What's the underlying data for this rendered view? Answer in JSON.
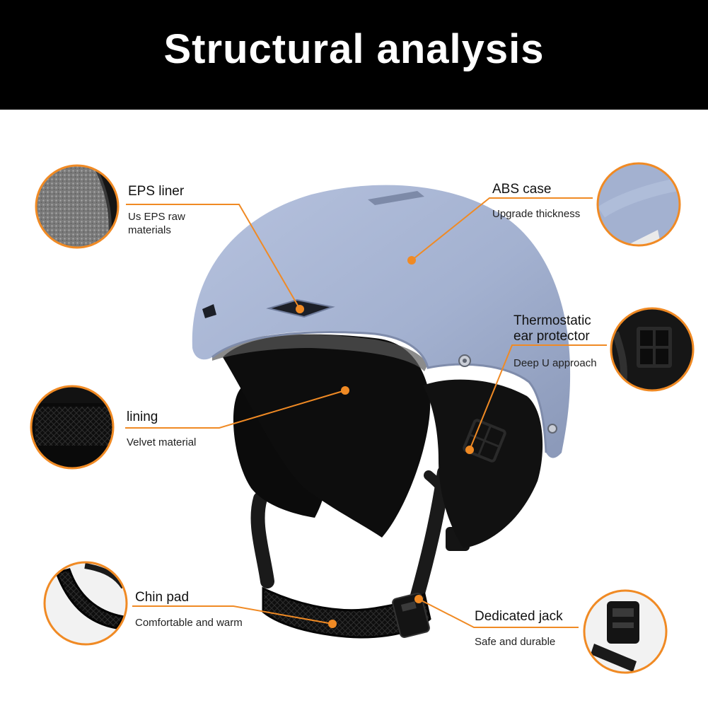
{
  "title": "Structural analysis",
  "accent_color": "#f08a24",
  "helmet_color": "#a3b1d0",
  "callouts": {
    "eps": {
      "label": "EPS liner",
      "desc_line1": "Us EPS raw",
      "desc_line2": "materials"
    },
    "abs": {
      "label": "ABS case",
      "desc": "Upgrade thickness"
    },
    "lining": {
      "label": "lining",
      "desc": "Velvet material"
    },
    "ear": {
      "label_line1": "Thermostatic",
      "label_line2": "ear protector",
      "desc": "Deep U approach"
    },
    "chin": {
      "label": "Chin pad",
      "desc": "Comfortable and warm"
    },
    "jack": {
      "label": "Dedicated jack",
      "desc": "Safe and durable"
    }
  },
  "icons": {
    "eps": "eps-foam-closeup-icon",
    "abs": "abs-shell-closeup-icon",
    "lining": "velvet-lining-closeup-icon",
    "ear": "ear-protector-closeup-icon",
    "chin": "chin-pad-closeup-icon",
    "jack": "buckle-closeup-icon"
  }
}
